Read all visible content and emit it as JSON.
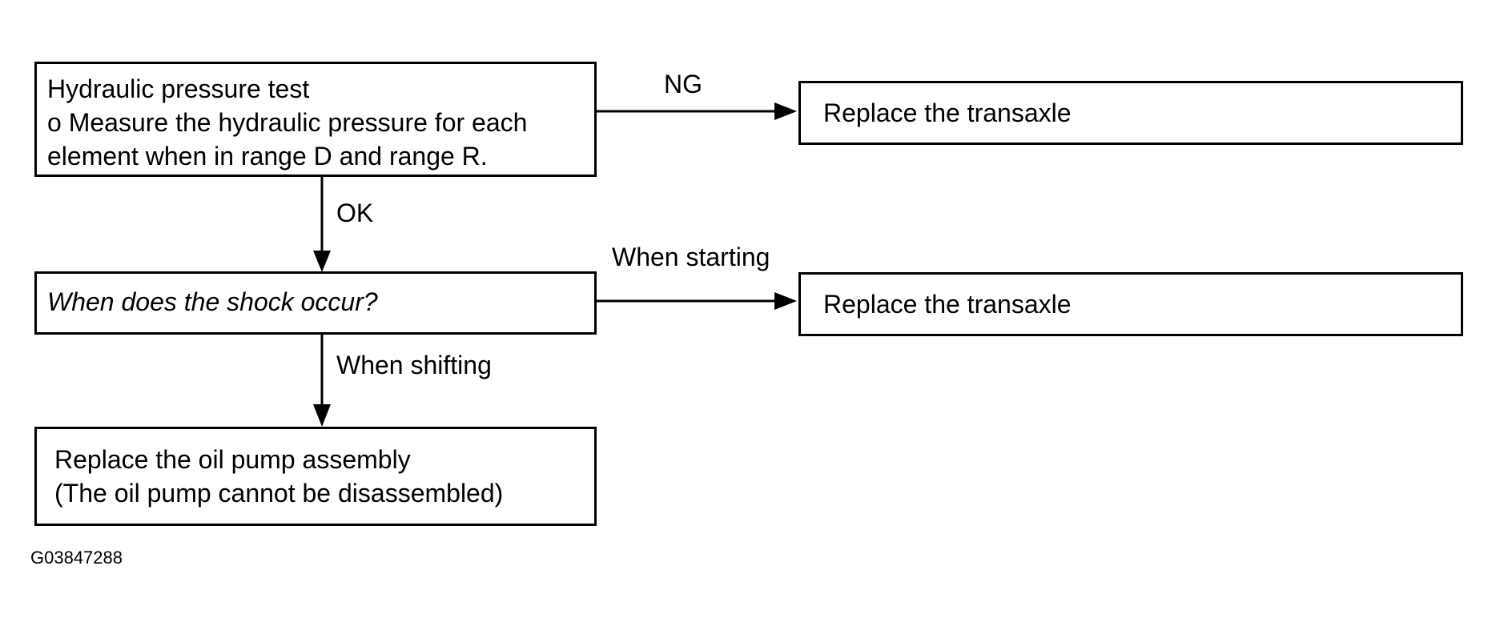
{
  "boxes": {
    "pressure_test": {
      "line1": "Hydraulic pressure test",
      "line2": "o Measure the hydraulic pressure for each",
      "line3": "element when in range D and range R."
    },
    "replace_transaxle_ng": "Replace the transaxle",
    "shock_question": "When does the shock occur?",
    "replace_transaxle_starting": "Replace the transaxle",
    "replace_oil_pump": {
      "line1": "Replace the oil pump assembly",
      "line2": "(The oil pump cannot be disassembled)"
    }
  },
  "edge_labels": {
    "ng": "NG",
    "ok": "OK",
    "when_starting": "When starting",
    "when_shifting": "When shifting"
  },
  "figure_id": "G03847288"
}
